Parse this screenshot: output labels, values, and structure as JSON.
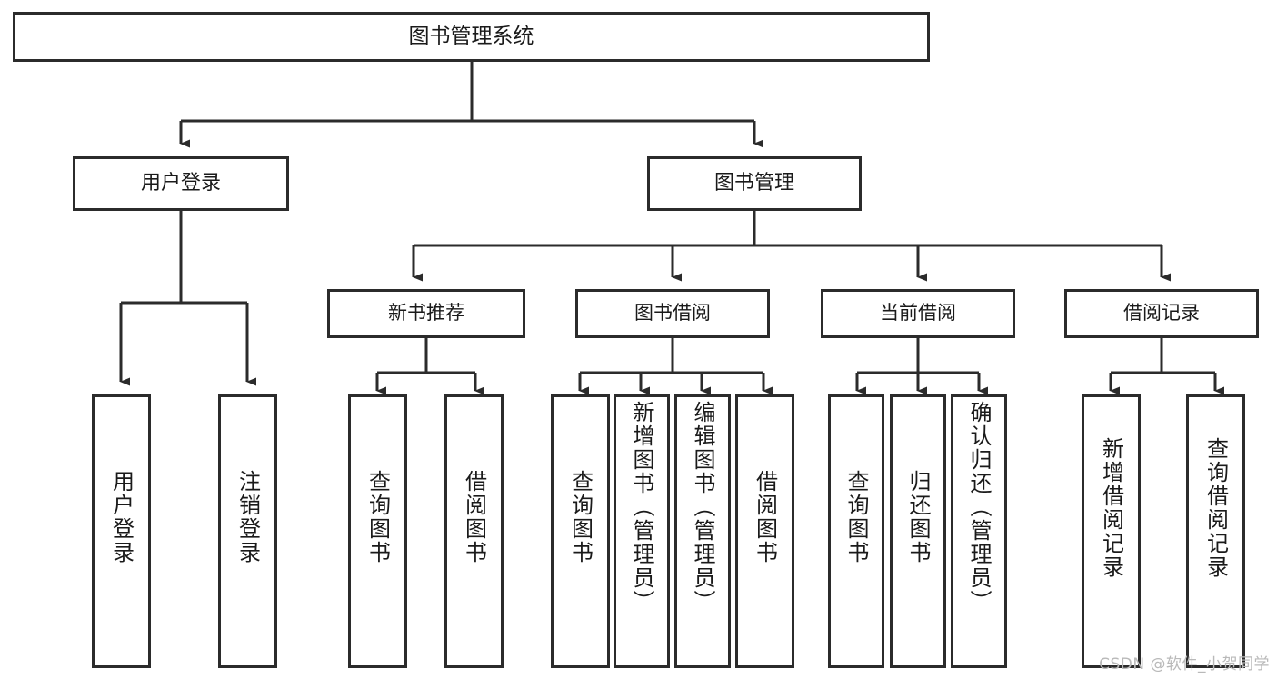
{
  "diagram": {
    "type": "tree-hierarchy-chart",
    "title": "图书管理系统",
    "colors": {
      "stroke": "#2b2b2b",
      "fill": "#ffffff",
      "text": "#1a1a1a",
      "watermark": "#b9b9b9"
    },
    "root": {
      "label": "图书管理系统"
    },
    "level1": [
      {
        "label": "用户登录"
      },
      {
        "label": "图书管理"
      }
    ],
    "level2": [
      {
        "label": "新书推荐"
      },
      {
        "label": "图书借阅"
      },
      {
        "label": "当前借阅"
      },
      {
        "label": "借阅记录"
      }
    ],
    "leaves": {
      "user_login": [
        {
          "label": "用户登录"
        },
        {
          "label": "注销登录"
        }
      ],
      "new_book_recommend": [
        {
          "label": "查询图书"
        },
        {
          "label": "借阅图书"
        }
      ],
      "book_borrow": [
        {
          "label": "查询图书"
        },
        {
          "label": "新增图书（管理员）"
        },
        {
          "label": "编辑图书（管理员）"
        },
        {
          "label": "借阅图书"
        }
      ],
      "current_borrow": [
        {
          "label": "查询图书"
        },
        {
          "label": "归还图书"
        },
        {
          "label": "确认归还（管理员）"
        }
      ],
      "borrow_records": [
        {
          "label": "新增借阅记录"
        },
        {
          "label": "查询借阅记录"
        }
      ]
    },
    "watermark": "CSDN @软件_小贺同学"
  }
}
